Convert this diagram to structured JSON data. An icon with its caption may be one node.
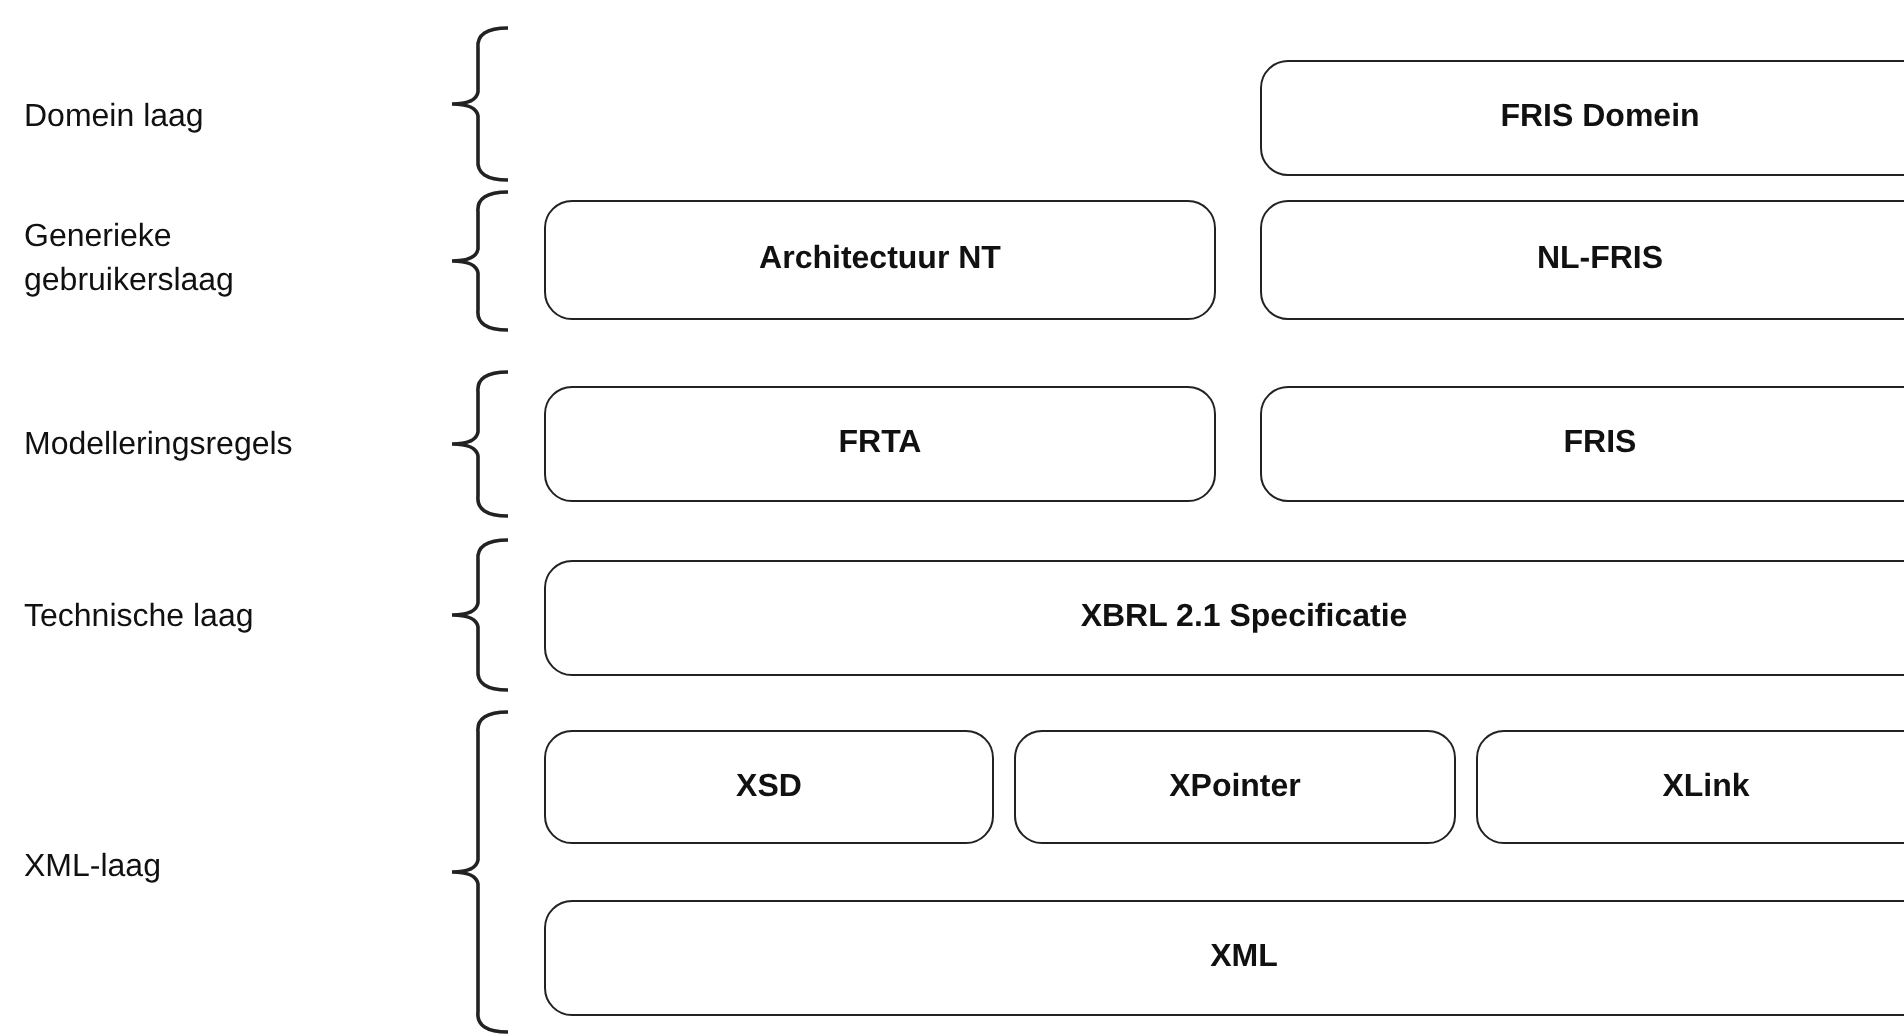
{
  "diagram": {
    "nodes": [
      {
        "text": [
          "FRIS Domein"
        ]
      },
      {
        "text": [
          "Architectuur NT"
        ]
      },
      {
        "text": [
          "NL-FRIS"
        ]
      },
      {
        "text": [
          "FRTA"
        ]
      },
      {
        "text": [
          "FRIS"
        ]
      },
      {
        "text": [
          "XBRL 2.1 Specificatie"
        ]
      },
      {
        "text": [
          "XSD"
        ]
      },
      {
        "text": [
          "XPointer"
        ]
      },
      {
        "text": [
          "XLink"
        ]
      },
      {
        "text": [
          "XML"
        ]
      }
    ],
    "edges": [],
    "labels": [
      "Domein laag",
      "Generieke gebruikerslaag",
      "Modelleringsregels",
      "Technische laag",
      "XML-laag"
    ]
  }
}
